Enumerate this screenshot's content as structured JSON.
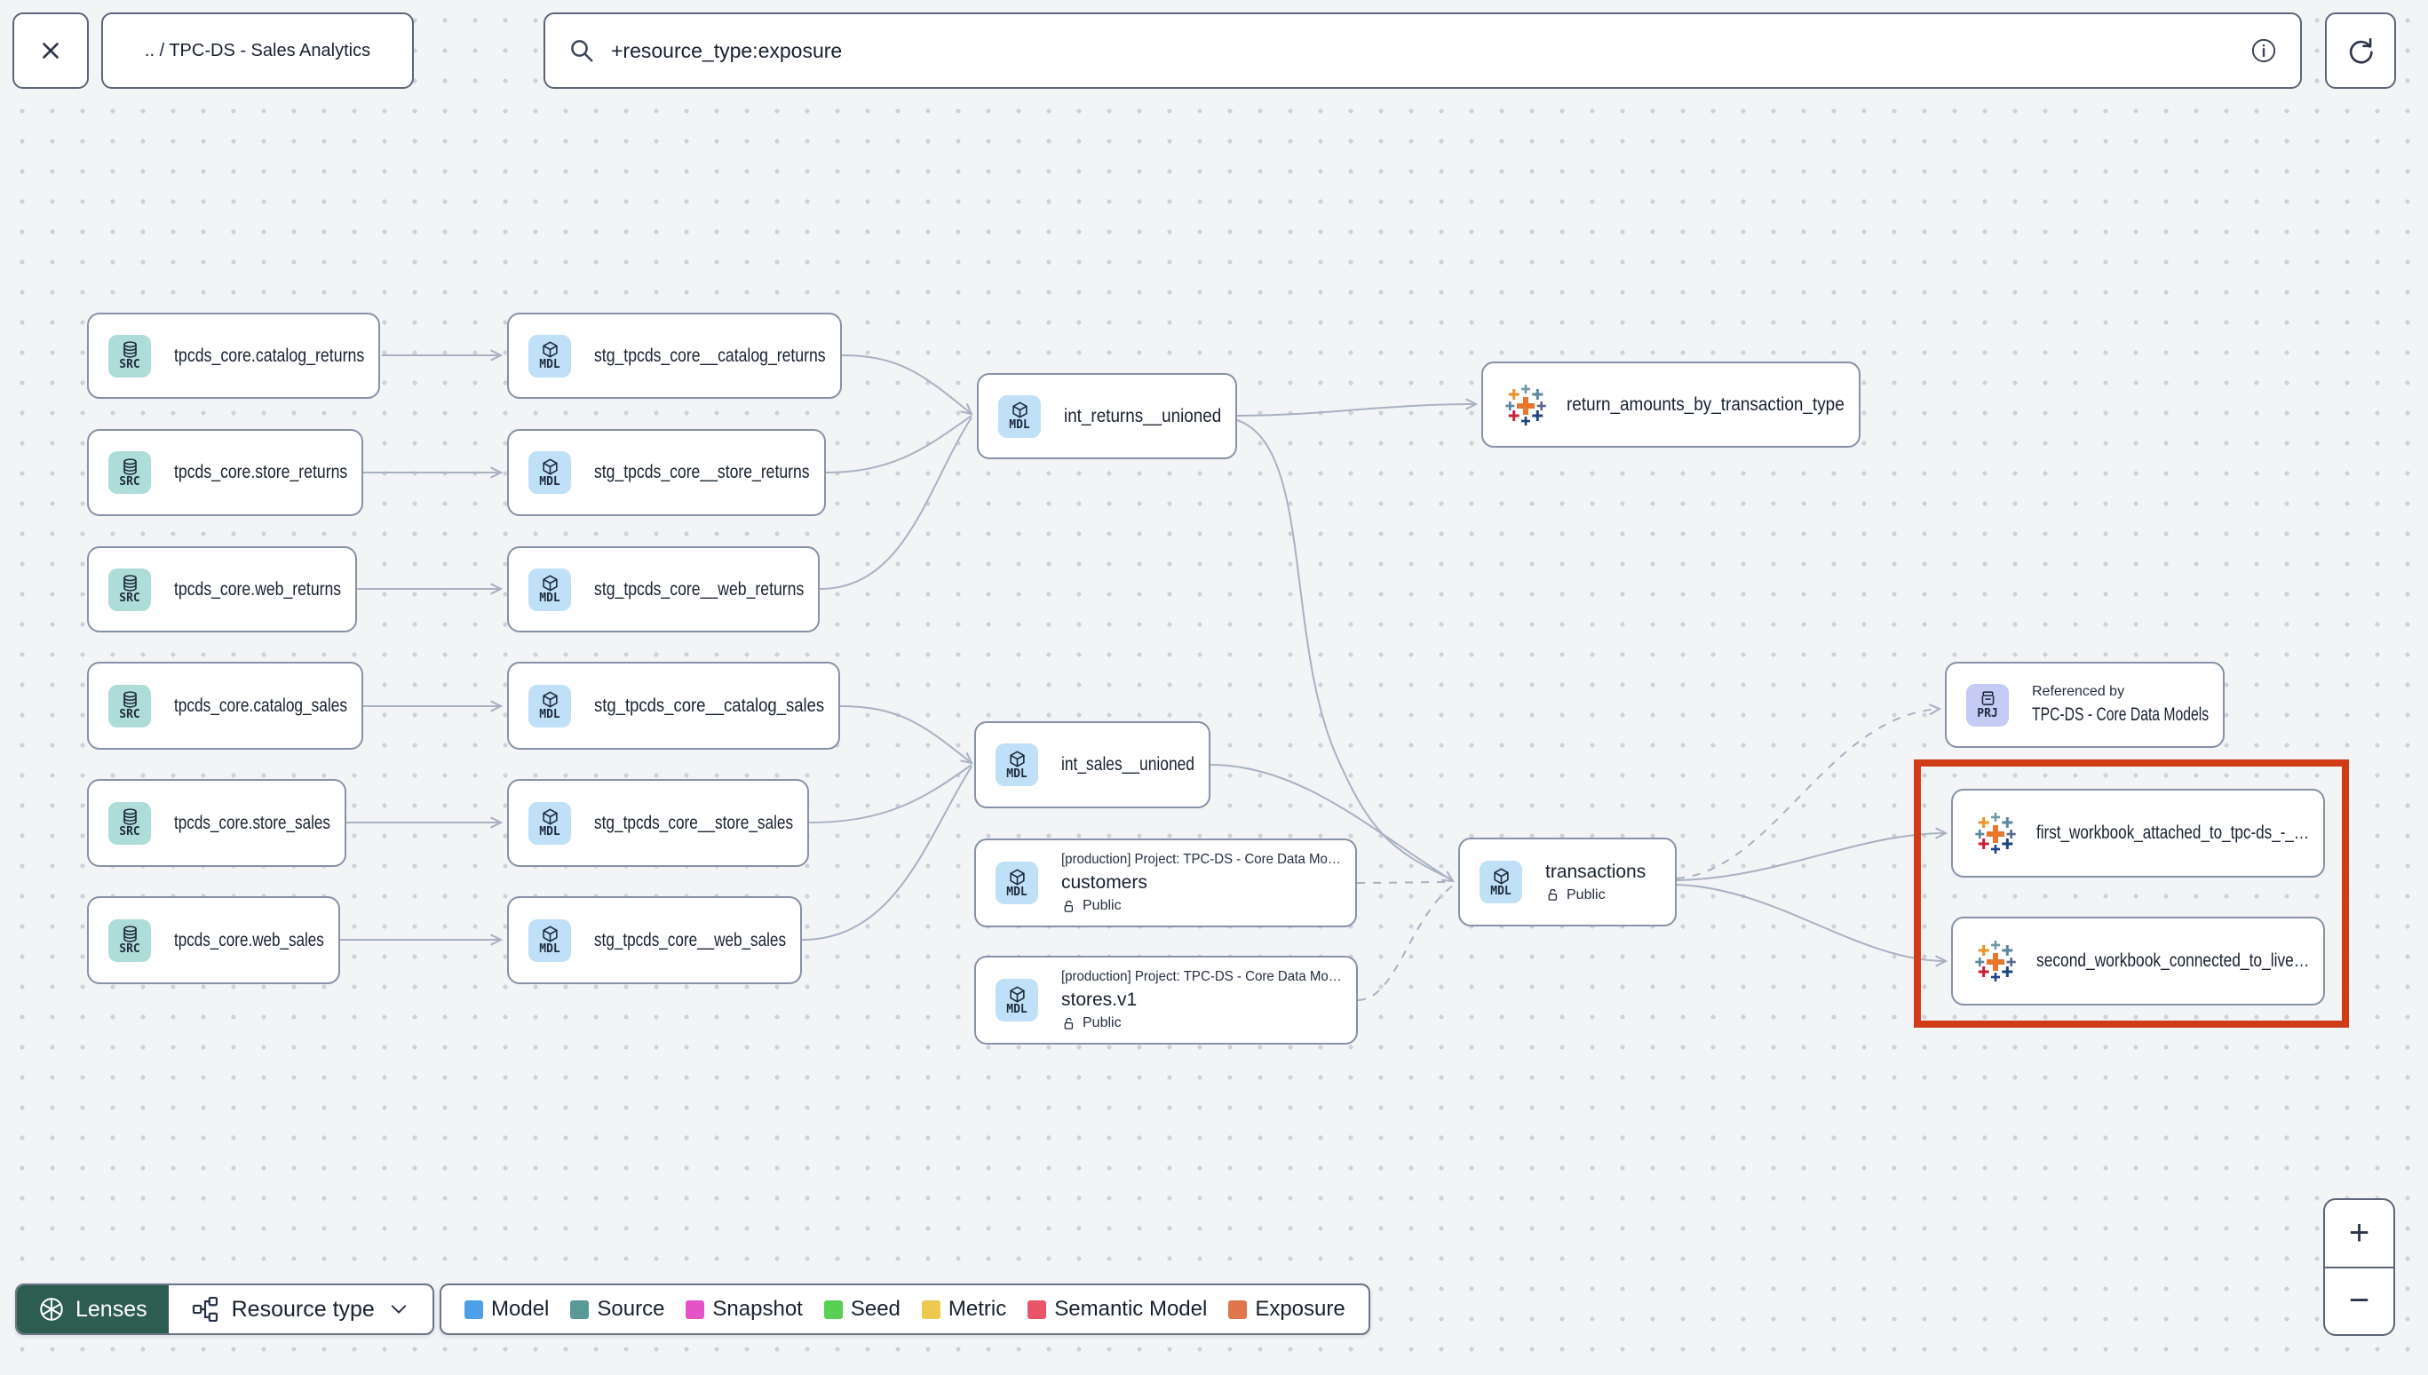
{
  "theme": {
    "canvas_bg": "#f2f4f6",
    "edge_color": "#a9b1c2",
    "node_border": "#8792a6",
    "highlight_border": "#cf3c16",
    "lenses_bg": "#2d5c50",
    "src_badge_bg": "#aedcd9",
    "mdl_badge_bg": "#bfe0f7",
    "prj_badge_bg": "#c5cbf4"
  },
  "toolbar": {
    "breadcrumb": ".. / TPC-DS - Sales Analytics",
    "search_value": "+resource_type:exposure"
  },
  "nodes": [
    {
      "badge": "SRC",
      "title": "tpcds_core.catalog_returns"
    },
    {
      "badge": "SRC",
      "title": "tpcds_core.store_returns"
    },
    {
      "badge": "SRC",
      "title": "tpcds_core.web_returns"
    },
    {
      "badge": "SRC",
      "title": "tpcds_core.catalog_sales"
    },
    {
      "badge": "SRC",
      "title": "tpcds_core.store_sales"
    },
    {
      "badge": "SRC",
      "title": "tpcds_core.web_sales"
    },
    {
      "badge": "MDL",
      "title": "stg_tpcds_core__catalog_returns"
    },
    {
      "badge": "MDL",
      "title": "stg_tpcds_core__store_returns"
    },
    {
      "badge": "MDL",
      "title": "stg_tpcds_core__web_returns"
    },
    {
      "badge": "MDL",
      "title": "stg_tpcds_core__catalog_sales"
    },
    {
      "badge": "MDL",
      "title": "stg_tpcds_core__store_sales"
    },
    {
      "badge": "MDL",
      "title": "stg_tpcds_core__web_sales"
    },
    {
      "badge": "MDL",
      "title": "int_returns__unioned"
    },
    {
      "badge": "MDL",
      "title": "int_sales__unioned"
    },
    {
      "badge": "MDL",
      "context": "[production] Project: TPC-DS - Core Data Mo…",
      "title": "customers",
      "access": "Public"
    },
    {
      "badge": "MDL",
      "context": "[production] Project: TPC-DS - Core Data Mo…",
      "title": "stores.v1",
      "access": "Public"
    },
    {
      "badge": "MDL",
      "title": "transactions",
      "access": "Public"
    },
    {
      "title": "return_amounts_by_transaction_type"
    },
    {
      "badge": "PRJ",
      "context": "Referenced by",
      "title": "TPC-DS - Core Data Models"
    },
    {
      "title": "first_workbook_attached_to_tpc-ds_-_…"
    },
    {
      "title": "second_workbook_connected_to_live…"
    }
  ],
  "legend": {
    "items": [
      {
        "label": "Model",
        "color": "#4da0e8"
      },
      {
        "label": "Source",
        "color": "#5a9a96"
      },
      {
        "label": "Snapshot",
        "color": "#e454c8"
      },
      {
        "label": "Seed",
        "color": "#5ad052"
      },
      {
        "label": "Metric",
        "color": "#edc94d"
      },
      {
        "label": "Semantic Model",
        "color": "#e85566"
      },
      {
        "label": "Exposure",
        "color": "#e0764a"
      }
    ]
  },
  "footer": {
    "lenses_label": "Lenses",
    "resource_type_label": "Resource type"
  },
  "zoom_controls": {
    "zoom_in": "+",
    "zoom_out": "−"
  }
}
